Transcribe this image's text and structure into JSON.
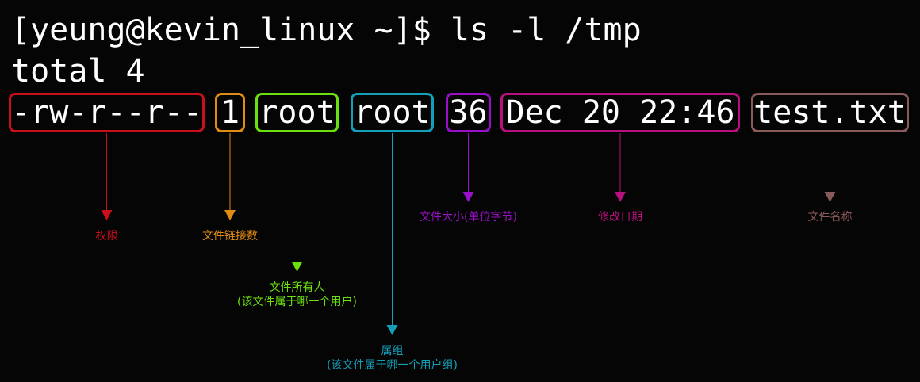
{
  "terminal": {
    "command_line": "[yeung@kevin_linux ~]$ ls -l /tmp",
    "total_line": "total 4"
  },
  "fields": [
    {
      "id": "perm",
      "text": "-rw-r--r--",
      "color": "#c8101a",
      "label": [
        "权限"
      ]
    },
    {
      "id": "links",
      "text": "1",
      "color": "#e08c14",
      "label": [
        "文件链接数"
      ]
    },
    {
      "id": "owner",
      "text": "root",
      "color": "#6be00e",
      "label": [
        "文件所有人",
        "(该文件属于哪一个用户)"
      ]
    },
    {
      "id": "group",
      "text": "root",
      "color": "#139fb8",
      "label": [
        "属组",
        "(该文件属于哪一个用户组)"
      ]
    },
    {
      "id": "size",
      "text": "36",
      "color": "#9a10c8",
      "label": [
        "文件大小(单位字节)"
      ]
    },
    {
      "id": "date",
      "text": "Dec 20 22:46",
      "color": "#b8107e",
      "label": [
        "修改日期"
      ]
    },
    {
      "id": "name",
      "text": "test.txt",
      "color": "#8a5a5a",
      "label": [
        "文件名称"
      ]
    }
  ]
}
